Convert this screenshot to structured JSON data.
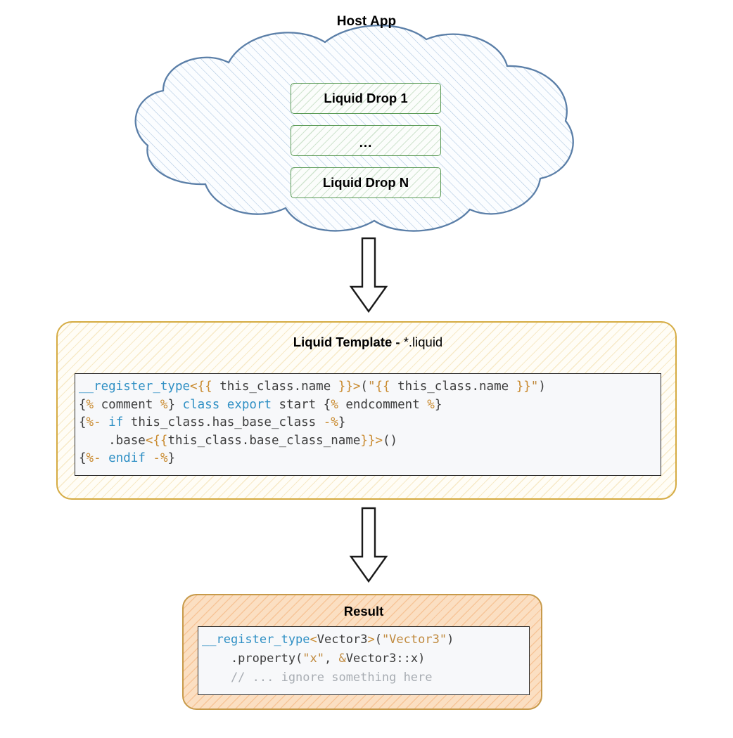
{
  "diagram": {
    "title_flow": "Host App to Liquid Template to Result",
    "colors": {
      "cloud_border": "#5b7fa8",
      "cloud_fill": "#fbfdff",
      "drop_border": "#5a9a56",
      "template_border": "#d5ab42",
      "template_fill": "#fffdf6",
      "result_border": "#c79a4a",
      "result_fill": "#fbdfc2",
      "code_bg": "#f7f8fa",
      "code_border": "#2b2b2b",
      "keyword": "#2e8fc4",
      "tag": "#c98a2e",
      "string": "#c08a3e",
      "comment": "#a8adb3",
      "plain": "#3c3c3c"
    }
  },
  "host_app": {
    "title": "Host App",
    "drops": [
      {
        "id": "drop-1",
        "label": "Liquid Drop 1"
      },
      {
        "id": "drop-mid",
        "label": "..."
      },
      {
        "id": "drop-n",
        "label": "Liquid Drop N"
      }
    ]
  },
  "arrows": [
    {
      "id": "arrow-1",
      "name": "down-arrow-icon",
      "from": "Host App",
      "to": "Liquid Template"
    },
    {
      "id": "arrow-2",
      "name": "down-arrow-icon",
      "from": "Liquid Template",
      "to": "Result"
    }
  ],
  "template": {
    "title_bold": "Liquid Template - ",
    "title_thin": "*.liquid",
    "code_lines": [
      [
        {
          "t": "__register_type",
          "c": "kw"
        },
        {
          "t": "<",
          "c": "punct"
        },
        {
          "t": "{{",
          "c": "tag"
        },
        {
          "t": " this_class.name ",
          "c": "plain"
        },
        {
          "t": "}}",
          "c": "tag"
        },
        {
          "t": ">",
          "c": "punct"
        },
        {
          "t": "(",
          "c": "plain"
        },
        {
          "t": "\"",
          "c": "str"
        },
        {
          "t": "{{",
          "c": "tag"
        },
        {
          "t": " this_class.name ",
          "c": "plain"
        },
        {
          "t": "}}",
          "c": "tag"
        },
        {
          "t": "\"",
          "c": "str"
        },
        {
          "t": ")",
          "c": "plain"
        }
      ],
      [
        {
          "t": "{",
          "c": "plain"
        },
        {
          "t": "%",
          "c": "tag"
        },
        {
          "t": " comment ",
          "c": "plain"
        },
        {
          "t": "%",
          "c": "tag"
        },
        {
          "t": "} ",
          "c": "plain"
        },
        {
          "t": "class",
          "c": "kw"
        },
        {
          "t": " ",
          "c": "plain"
        },
        {
          "t": "export",
          "c": "kw"
        },
        {
          "t": " start ",
          "c": "plain"
        },
        {
          "t": "{",
          "c": "plain"
        },
        {
          "t": "%",
          "c": "tag"
        },
        {
          "t": " endcomment ",
          "c": "plain"
        },
        {
          "t": "%",
          "c": "tag"
        },
        {
          "t": "}",
          "c": "plain"
        }
      ],
      [
        {
          "t": "{",
          "c": "plain"
        },
        {
          "t": "%",
          "c": "tag"
        },
        {
          "t": "- ",
          "c": "tag"
        },
        {
          "t": "if",
          "c": "kw"
        },
        {
          "t": " this_class.has_base_class ",
          "c": "plain"
        },
        {
          "t": "-",
          "c": "tag"
        },
        {
          "t": "%",
          "c": "tag"
        },
        {
          "t": "}",
          "c": "plain"
        }
      ],
      [
        {
          "t": "    .base",
          "c": "plain"
        },
        {
          "t": "<",
          "c": "punct"
        },
        {
          "t": "{{",
          "c": "tag"
        },
        {
          "t": "this_class.base_class_name",
          "c": "plain"
        },
        {
          "t": "}}",
          "c": "tag"
        },
        {
          "t": ">",
          "c": "punct"
        },
        {
          "t": "()",
          "c": "plain"
        }
      ],
      [
        {
          "t": "{",
          "c": "plain"
        },
        {
          "t": "%",
          "c": "tag"
        },
        {
          "t": "- ",
          "c": "tag"
        },
        {
          "t": "endif",
          "c": "kw"
        },
        {
          "t": " ",
          "c": "plain"
        },
        {
          "t": "-",
          "c": "tag"
        },
        {
          "t": "%",
          "c": "tag"
        },
        {
          "t": "}",
          "c": "plain"
        }
      ]
    ],
    "code_plaintext": "__register_type<{{ this_class.name }}>(\"{{ this_class.name }}\")\n{% comment %} class export start {% endcomment %}\n{%- if this_class.has_base_class -%}\n    .base<{{this_class.base_class_name}}>()\n{%- endif -%}"
  },
  "result": {
    "title": "Result",
    "code_lines": [
      [
        {
          "t": "__register_type",
          "c": "kw"
        },
        {
          "t": "<",
          "c": "punct"
        },
        {
          "t": "Vector3",
          "c": "plain"
        },
        {
          "t": ">",
          "c": "punct"
        },
        {
          "t": "(",
          "c": "plain"
        },
        {
          "t": "\"Vector3\"",
          "c": "str"
        },
        {
          "t": ")",
          "c": "plain"
        }
      ],
      [
        {
          "t": "    .property(",
          "c": "plain"
        },
        {
          "t": "\"x\"",
          "c": "str"
        },
        {
          "t": ", ",
          "c": "plain"
        },
        {
          "t": "&",
          "c": "str"
        },
        {
          "t": "Vector3::x)",
          "c": "plain"
        }
      ],
      [
        {
          "t": "    // ... ignore something here",
          "c": "comment"
        }
      ]
    ],
    "code_plaintext": "__register_type<Vector3>(\"Vector3\")\n    .property(\"x\", &Vector3::x)\n    // ... ignore something here"
  }
}
